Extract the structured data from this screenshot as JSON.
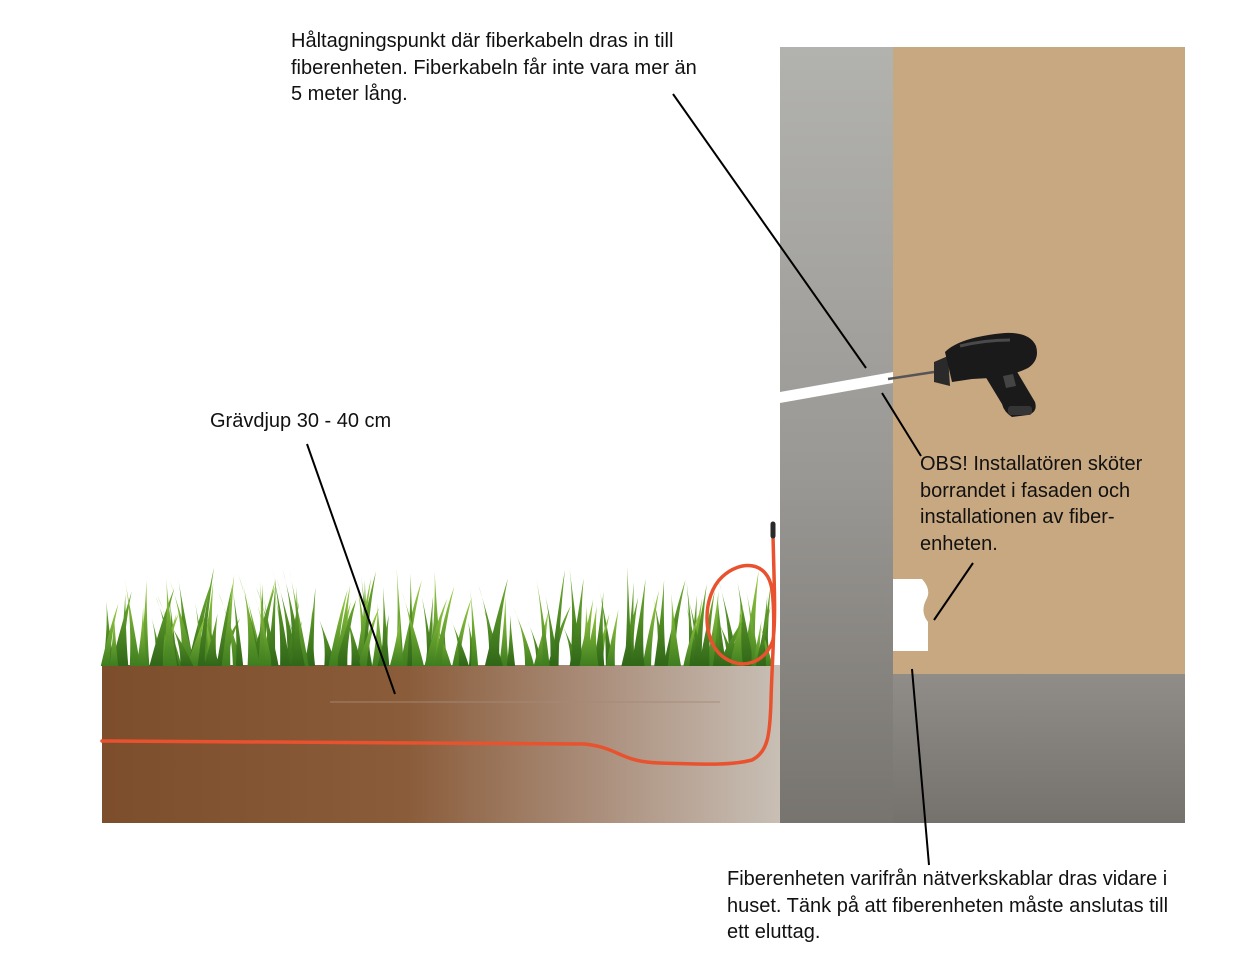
{
  "annotations": {
    "hole_point": {
      "lines": [
        "Håltagningspunkt där fiberkabeln dras in till",
        "fiberenheten. Fiberkabeln får inte vara mer än",
        "5 meter lång."
      ]
    },
    "dig_depth": {
      "lines": [
        "Grävdjup 30 - 40 cm"
      ]
    },
    "obs_note": {
      "lines": [
        "OBS! Installatören sköter",
        "borrandet i fasaden och",
        "installationen av fiber-",
        "enheten."
      ]
    },
    "fiber_unit": {
      "lines": [
        "Fiberenheten varifrån nätverkskablar dras vidare i",
        "huset. Tänk på att fiberenheten måste anslutas till",
        "ett eluttag."
      ]
    }
  },
  "colors": {
    "soil_dark": "#7d4e2c",
    "soil_light": "#c8bfb5",
    "foundation_top": "#b2b2ae",
    "foundation_bottom": "#77746f",
    "facade_wood": "#c8a880",
    "cable": "#e8522e",
    "grass_dark": "#3e7d1f",
    "grass_light": "#9ccf44",
    "drill_body": "#1a1a1a",
    "fiber_unit_box": "#ffffff"
  },
  "icons": {
    "drill": "drill-icon",
    "fiber_unit": "fiber-unit-box"
  }
}
